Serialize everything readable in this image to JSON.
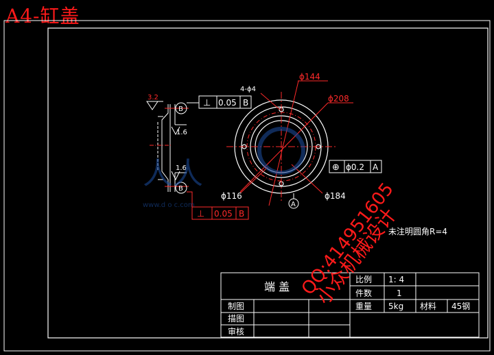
{
  "page": {
    "title_overlay": "A4-缸盖"
  },
  "drawing": {
    "frame_color": "#ffffff",
    "line_color": "#ffffff",
    "dim_color": "#ff2a2a",
    "center_color": "#ff2a2a",
    "annotations": {
      "holes": "4-ϕ4",
      "d144": "ϕ144",
      "d208": "ϕ208",
      "d116": "ϕ116",
      "d184": "ϕ184",
      "datum_a": "A",
      "datum_b_top": "B",
      "datum_b_bottom": "B",
      "roughness_top": "3.2",
      "roughness_16_a": "1.6",
      "roughness_16_b": "1.6",
      "gdt_perp_top": {
        "symbol": "⊥",
        "value": "0.05",
        "ref": "B"
      },
      "gdt_perp_bottom": {
        "symbol": "⊥",
        "value": "0.05",
        "ref": "B"
      },
      "gdt_position": {
        "symbol": "⊕",
        "value": "ϕ0.2",
        "ref": "A"
      },
      "note": "未注明圆角R=4"
    },
    "watermark": {
      "qq": "QQ:414951605",
      "brand": "小众机械设计",
      "url_hint": "www.d o c.com"
    }
  },
  "title_block": {
    "part_name": "端  盖",
    "labels": {
      "ratio": "比例",
      "qty": "件数",
      "weight": "重量",
      "material": "材料",
      "draw": "制图",
      "trace": "描图",
      "review": "审核"
    },
    "values": {
      "ratio": "1: 4",
      "qty": "1",
      "weight": "5kg",
      "material": "45钢"
    }
  }
}
